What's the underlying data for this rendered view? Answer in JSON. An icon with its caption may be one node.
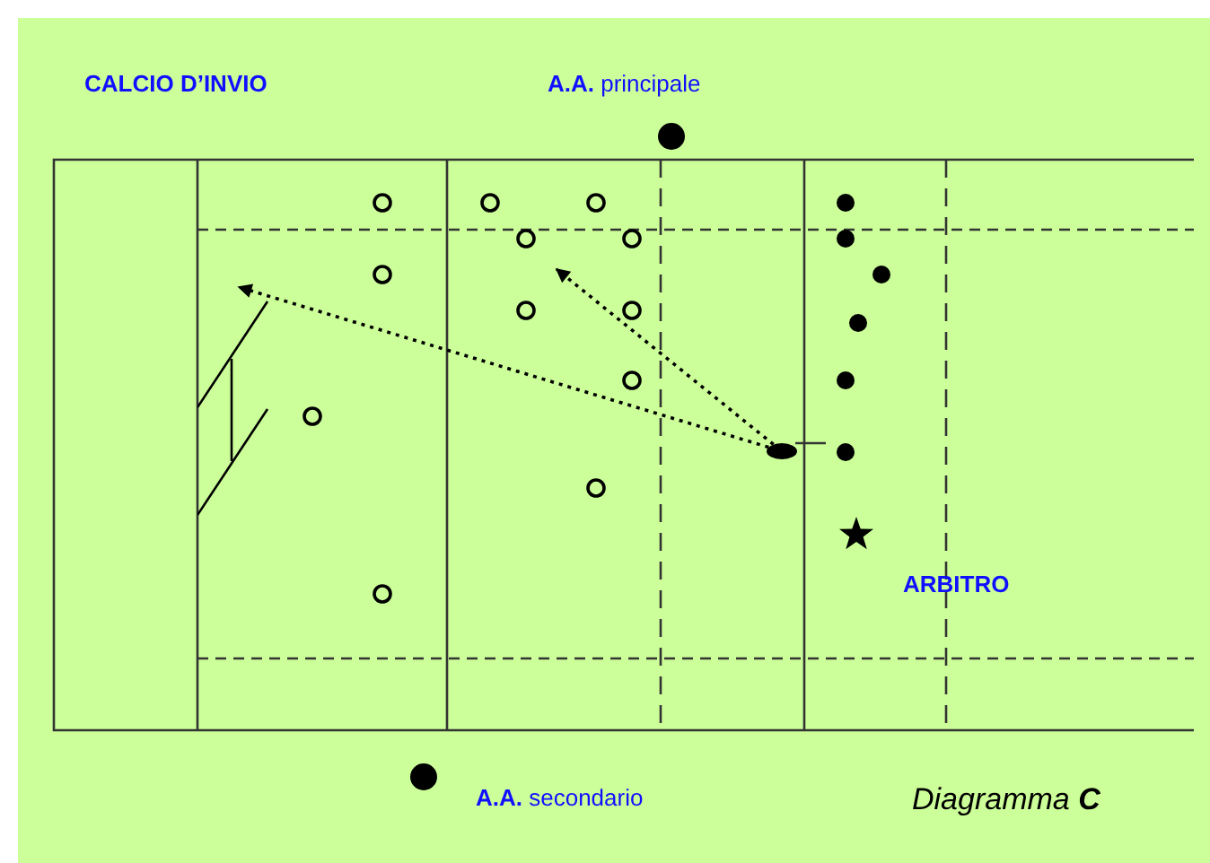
{
  "diagram": {
    "nodes": [
      {
        "text": [],
        "shape": "ellipse"
      },
      {
        "text": [],
        "shape": "picture"
      }
    ],
    "edges": [
      {
        "from": 0,
        "to": 1,
        "arrow": "to",
        "style": "dashed"
      },
      {
        "from": 0,
        "to": null,
        "arrow": "to",
        "style": "dashed"
      }
    ],
    "labels": [
      "CALCIO D’INVIO",
      "**A.A.** principale",
      "ARBITRO",
      "**A.A.** secondario",
      "Diagramma **C**"
    ]
  }
}
